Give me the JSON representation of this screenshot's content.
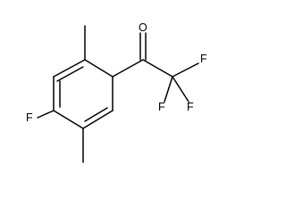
{
  "molecule": {
    "atoms": {
      "fluoro_ring": "F",
      "oxygen": "O",
      "cf3_f_top": "F",
      "cf3_f_left": "F",
      "cf3_f_right": "F"
    }
  },
  "colors": {
    "background": "#ffffff",
    "ink": "#000000"
  }
}
